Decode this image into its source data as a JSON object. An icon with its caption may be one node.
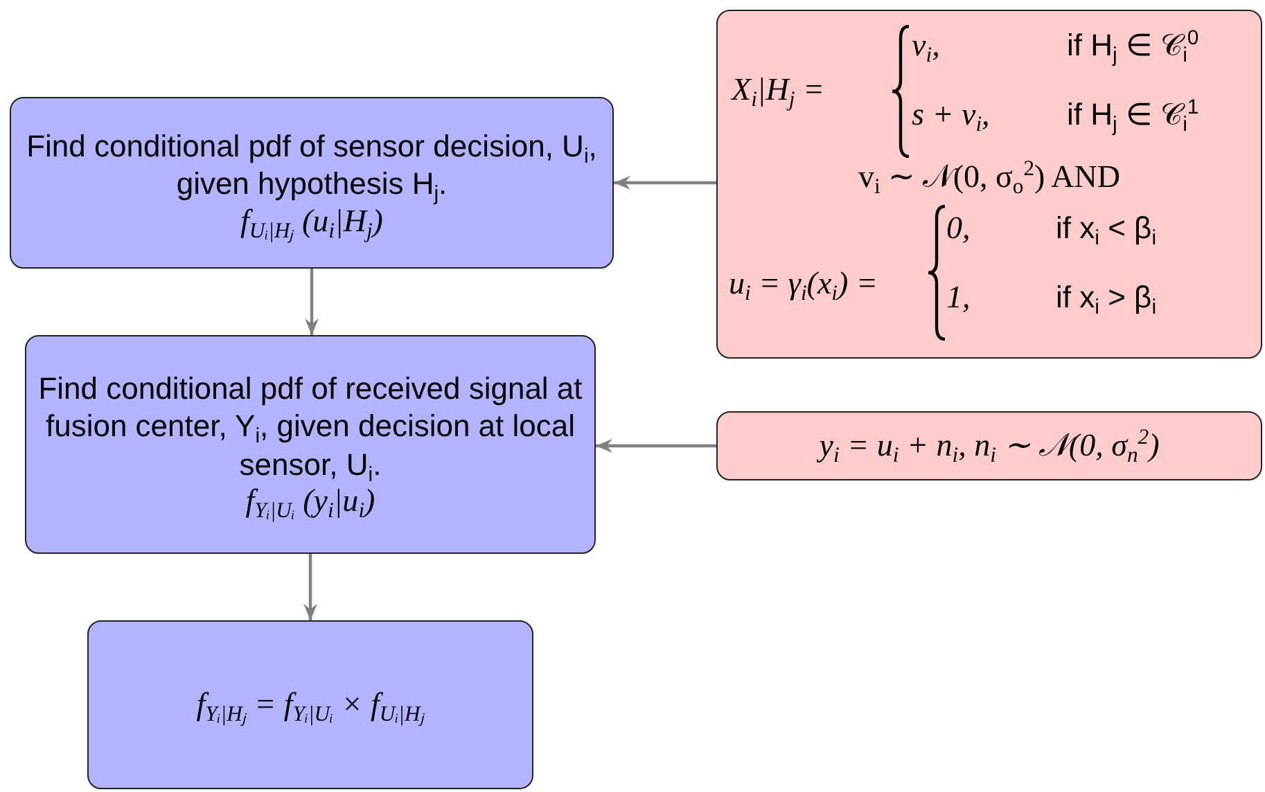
{
  "diagram": {
    "nodes": [
      {
        "text": [
          "X$_{i}$|H$_{j}$ =",
          "v$_{i}$,",
          "if H$_{j}$ ∈ 𝒞$_{i}$$^{0}$",
          "s + v$_{i}$,",
          "if H$_{j}$ ∈ 𝒞$_{i}$$^{1}$",
          "v$_{i}$ ∼ 𝒩(0, σ$_{o}$$^{2}$) AND",
          "u$_{i}$ = γ$_{i}$(x$_{i}$) =",
          "0,",
          "if x$_{i}$ < β$_{i}$",
          "1,",
          "if x$_{i}$ > β$_{i}$"
        ]
      },
      {
        "text": [
          "Find conditional pdf of sensor decision, U$_{i}$, given hypothesis H$_{j}$.",
          "f$_{Uᵢ|Hⱼ}$ (u$_{i}$|H$_{j}$)"
        ]
      },
      {
        "text": [
          "Find conditional pdf of received signal at fusion center, Y$_{i}$, given decision at local sensor, U$_{i}$.",
          "f$_{Yᵢ|Uᵢ}$ (y$_{i}$|u$_{i}$)"
        ]
      },
      {
        "text": [
          "y$_{i}$ = u$_{i}$ + n$_{i}$, n$_{i}$ ∼ 𝒩(0, σ$_{n}$$^{2}$)"
        ]
      },
      {
        "text": [
          "f$_{Yᵢ|Hⱼ}$ = f$_{Yᵢ|Uᵢ}$ × f$_{Uᵢ|Hⱼ}$"
        ]
      }
    ],
    "edges": [
      {
        "from": 0,
        "to": 1,
        "arrow": "to"
      },
      {
        "from": 1,
        "to": 2,
        "arrow": "to"
      },
      {
        "from": 3,
        "to": 2,
        "arrow": "to"
      },
      {
        "from": 2,
        "to": 4,
        "arrow": "to"
      }
    ]
  }
}
